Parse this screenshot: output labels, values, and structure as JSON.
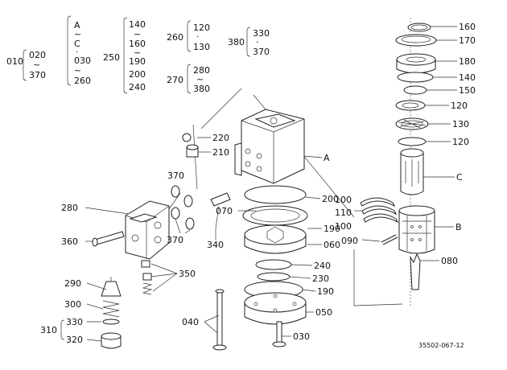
{
  "ref_table": {
    "g010": {
      "main": "010",
      "top": "020",
      "tilde": "~",
      "bottom": "370",
      "sub_a": "A",
      "sub_b": "C",
      "sub_c": "030",
      "sub_d": "260"
    },
    "g250": {
      "main": "250",
      "v1": "140",
      "v2": "160",
      "v3": "190",
      "v4": "200",
      "v5": "240"
    },
    "g260": {
      "main": "260",
      "top": "120",
      "bottom": "130"
    },
    "g270": {
      "main": "270",
      "top": "280",
      "bottom": "380"
    },
    "g380": {
      "main": "380",
      "top": "330",
      "bottom": "370"
    },
    "tilde": "~",
    "dot": "·"
  },
  "callouts": {
    "c160": "160",
    "c170": "170",
    "c180": "180",
    "c140": "140",
    "c150": "150",
    "c120a": "120",
    "c130": "130",
    "c120b": "120",
    "cC": "C",
    "cB": "B",
    "c080": "080",
    "c220": "220",
    "c210": "210",
    "cA": "A",
    "c370a": "370",
    "c200": "200",
    "c070": "070",
    "c190a": "190",
    "c060": "060",
    "c240": "240",
    "c230": "230",
    "c190b": "190",
    "c050": "050",
    "c030": "030",
    "c040": "040",
    "c280": "280",
    "c360": "360",
    "c340": "340",
    "c370b": "370",
    "c350": "350",
    "c290": "290",
    "c300": "300",
    "c310": "310",
    "c330": "330",
    "c320": "320",
    "c100a": "100",
    "c110": "110",
    "c100b": "100",
    "c090": "090"
  },
  "figure_code": "35502-067-12"
}
